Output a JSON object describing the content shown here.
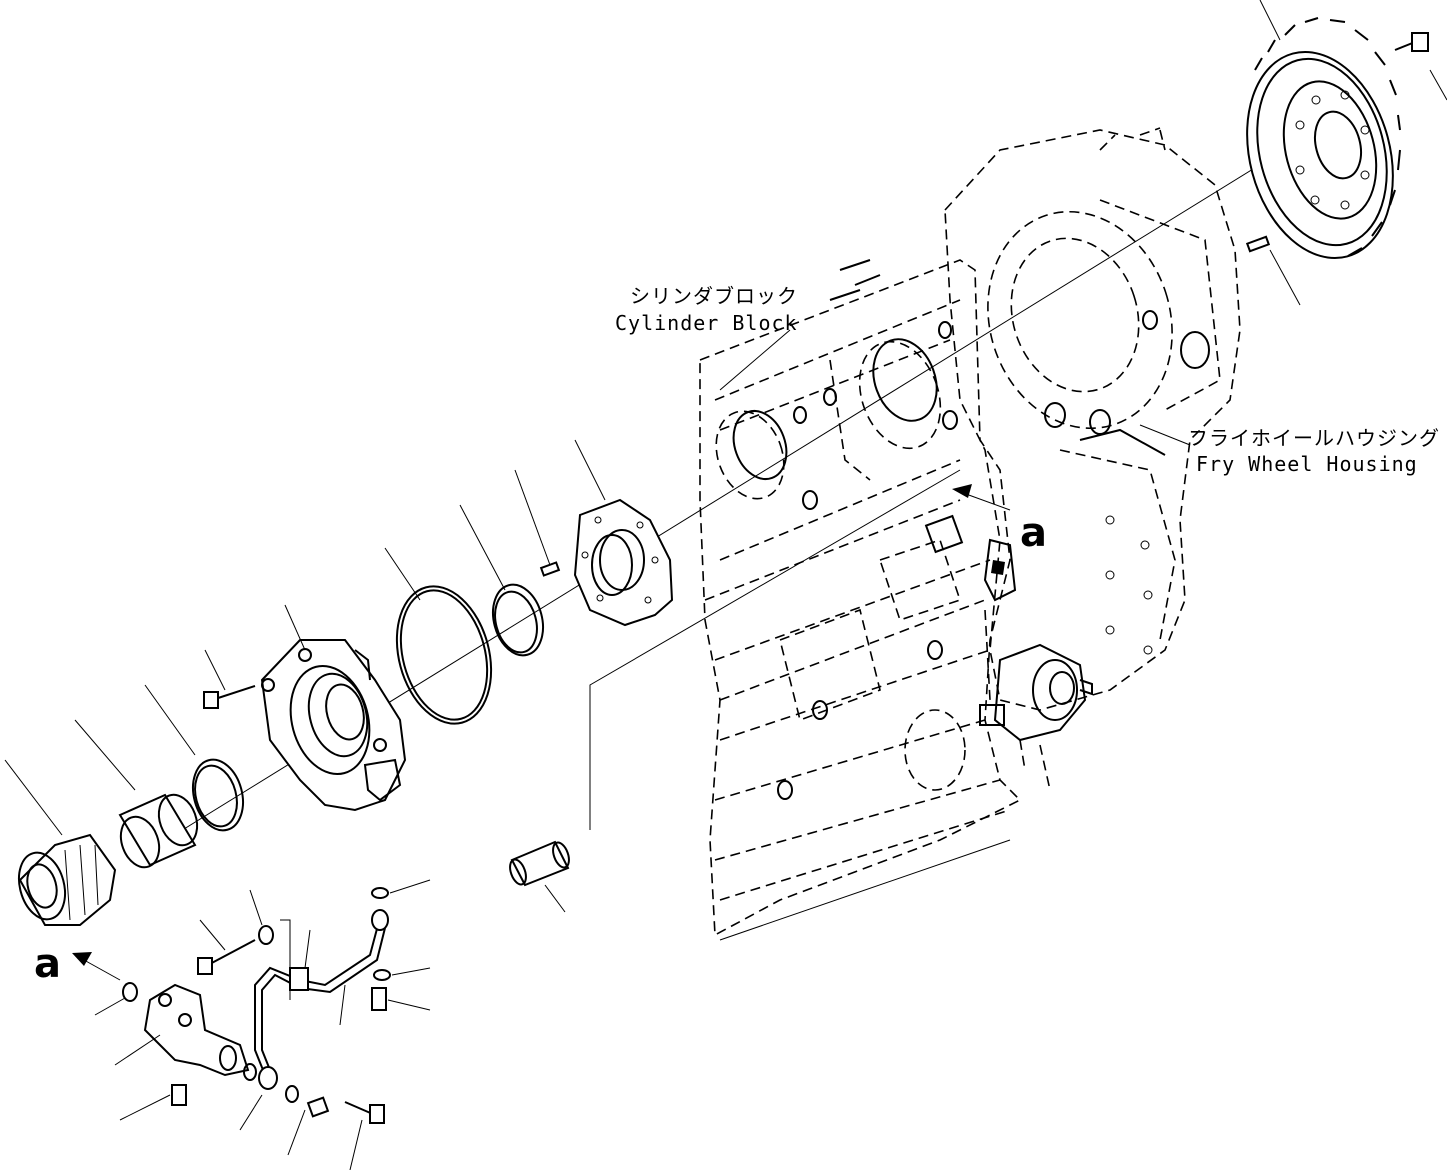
{
  "labels": {
    "cylinder_block_jp": "シリンダブロック",
    "cylinder_block_en": "Cylinder Block",
    "flywheel_housing_jp": "フライホイールハウジング",
    "flywheel_housing_en": "Fry Wheel Housing"
  },
  "view_markers": {
    "view_a_right": "a",
    "view_a_left": "a"
  },
  "colors": {
    "line": "#000000",
    "background": "#ffffff"
  }
}
